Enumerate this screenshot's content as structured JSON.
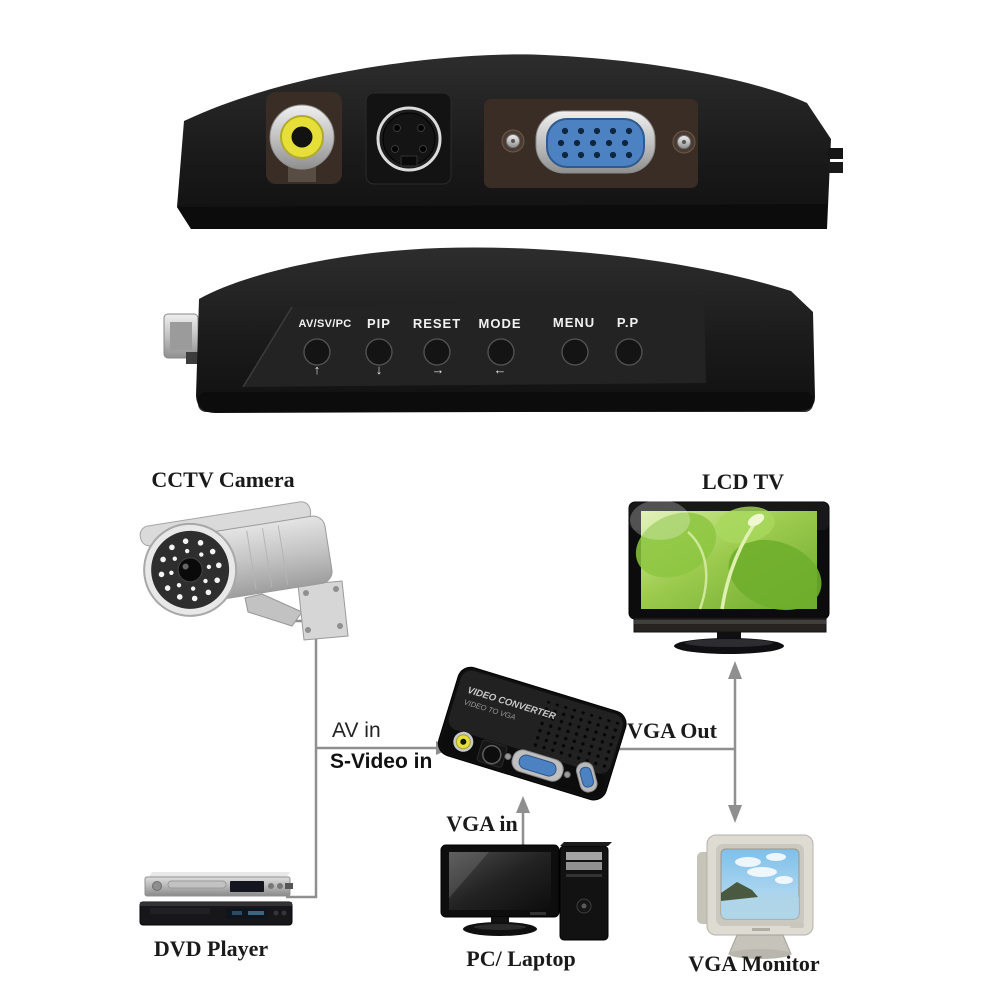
{
  "page": {
    "background": "#ffffff"
  },
  "product_photos": {
    "rear_ports_view": {
      "ports": [
        {
          "name": "composite-video-rca",
          "color": "#e6df3a"
        },
        {
          "name": "s-video",
          "color": "#1a1a1a"
        },
        {
          "name": "vga-female",
          "color": "#4d82c2"
        }
      ]
    },
    "front_buttons_view": {
      "buttons": [
        {
          "label": "AV/SV/PC",
          "arrow": "↑"
        },
        {
          "label": "PIP",
          "arrow": "↓"
        },
        {
          "label": "RESET",
          "arrow": "→"
        },
        {
          "label": "MODE",
          "arrow": "←"
        },
        {
          "label": "MENU",
          "arrow": ""
        },
        {
          "label": "P.P",
          "arrow": ""
        }
      ]
    }
  },
  "diagram": {
    "converter": {
      "line1": "VIDEO CONVERTER",
      "line2": "VIDEO TO VGA"
    },
    "devices": {
      "cctv_camera": "CCTV Camera",
      "lcd_tv": "LCD TV",
      "dvd_player": "DVD Player",
      "pc_laptop": "PC/ Laptop",
      "vga_monitor": "VGA Monitor"
    },
    "connections": {
      "av_in": "AV in",
      "s_video_in": "S-Video in",
      "vga_out": "VGA Out",
      "vga_in": "VGA in"
    }
  },
  "colors": {
    "line_gray": "#8f8f8f",
    "rca_yellow": "#e6df3a",
    "vga_blue": "#4d82c2",
    "label_text": "#1a1a1a"
  }
}
